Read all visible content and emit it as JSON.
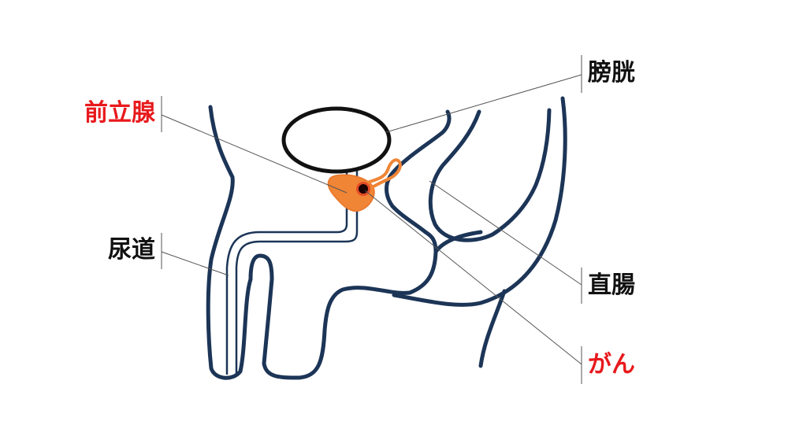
{
  "labels": {
    "bladder": "膀胱",
    "prostate": "前立腺",
    "urethra": "尿道",
    "rectum": "直腸",
    "cancer": "がん"
  },
  "colors": {
    "outline": "#1c3557",
    "highlight_text": "#e8191c",
    "normal_text": "#111111",
    "prostate_fill": "#f08535",
    "tumor": "#1a0000",
    "leader_line": "#555555"
  }
}
